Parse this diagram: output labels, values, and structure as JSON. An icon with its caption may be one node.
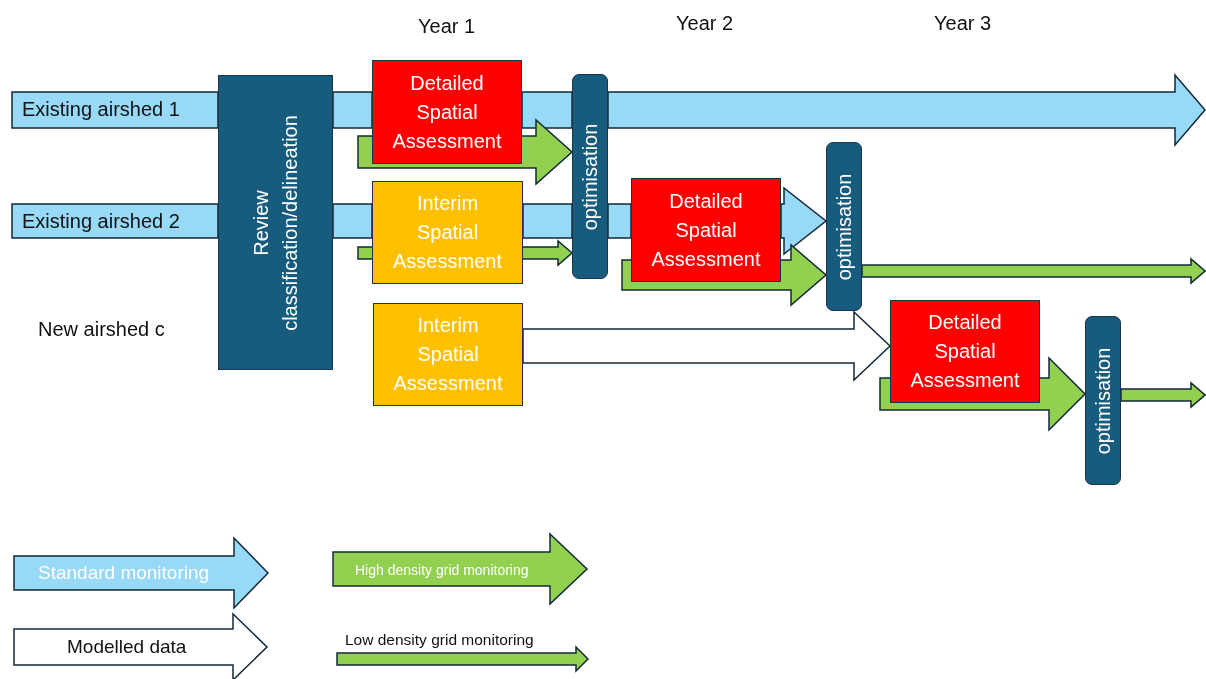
{
  "diagram": {
    "nodes": [
      {
        "text": [
          "Existing airshed 1"
        ]
      },
      {
        "text": [
          "Existing airshed 2"
        ]
      },
      {
        "text": [
          "Review classification/delineation"
        ]
      },
      {
        "text": [
          "Detailed Spatial Assessment"
        ]
      },
      {
        "text": [
          "Interim Spatial Assessment"
        ]
      },
      {
        "text": [
          "Interim Spatial Assessment"
        ]
      },
      {
        "text": [
          "optimisation"
        ]
      },
      {
        "text": [
          "Detailed Spatial Assessment"
        ]
      },
      {
        "text": [
          "optimisation"
        ]
      },
      {
        "text": [
          "Detailed Spatial Assessment"
        ]
      },
      {
        "text": [
          "optimisation"
        ]
      }
    ],
    "edges": [
      {
        "from": 0,
        "to": 2,
        "arrow": "none",
        "style": "thick",
        "color": "#97d9f6"
      },
      {
        "from": 2,
        "to": 3,
        "arrow": "none",
        "style": "thick",
        "color": "#97d9f6"
      },
      {
        "from": 3,
        "to": 6,
        "arrow": "none",
        "style": "thick",
        "color": "#97d9f6"
      },
      {
        "from": 6,
        "to": null,
        "arrow": "to",
        "style": "thick",
        "color": "#97d9f6"
      },
      {
        "from": 1,
        "to": 2,
        "arrow": "none",
        "style": "thick",
        "color": "#97d9f6"
      },
      {
        "from": 2,
        "to": 4,
        "arrow": "none",
        "style": "thick",
        "color": "#97d9f6"
      },
      {
        "from": 4,
        "to": 6,
        "arrow": "none",
        "style": "thick",
        "color": "#97d9f6"
      },
      {
        "from": 6,
        "to": 7,
        "arrow": "none",
        "style": "thick",
        "color": "#97d9f6"
      },
      {
        "from": 7,
        "to": 8,
        "arrow": "to",
        "style": "thick",
        "color": "#97d9f6"
      },
      {
        "from": 3,
        "to": 6,
        "arrow": "to",
        "style": "thick",
        "color": "#92d050"
      },
      {
        "from": 4,
        "to": 6,
        "arrow": "to",
        "color": "#92d050"
      },
      {
        "from": 7,
        "to": 8,
        "arrow": "to",
        "style": "thick",
        "color": "#92d050"
      },
      {
        "from": 8,
        "to": null,
        "arrow": "to",
        "color": "#92d050"
      },
      {
        "from": 9,
        "to": 10,
        "arrow": "to",
        "style": "thick",
        "color": "#92d050"
      },
      {
        "from": 10,
        "to": null,
        "arrow": "to",
        "color": "#92d050"
      },
      {
        "from": 5,
        "to": 9,
        "arrow": "to",
        "style": "thick",
        "color": "#ffffff"
      }
    ],
    "labels": [
      "Year 1",
      "Year 2",
      "Year 3",
      "New airshed c"
    ],
    "legend": [
      {
        "text": "Standard monitoring"
      },
      {
        "text": "Modelled data"
      },
      {
        "text": "High density grid monitoring"
      },
      {
        "text": "Low density grid monitoring"
      }
    ]
  }
}
